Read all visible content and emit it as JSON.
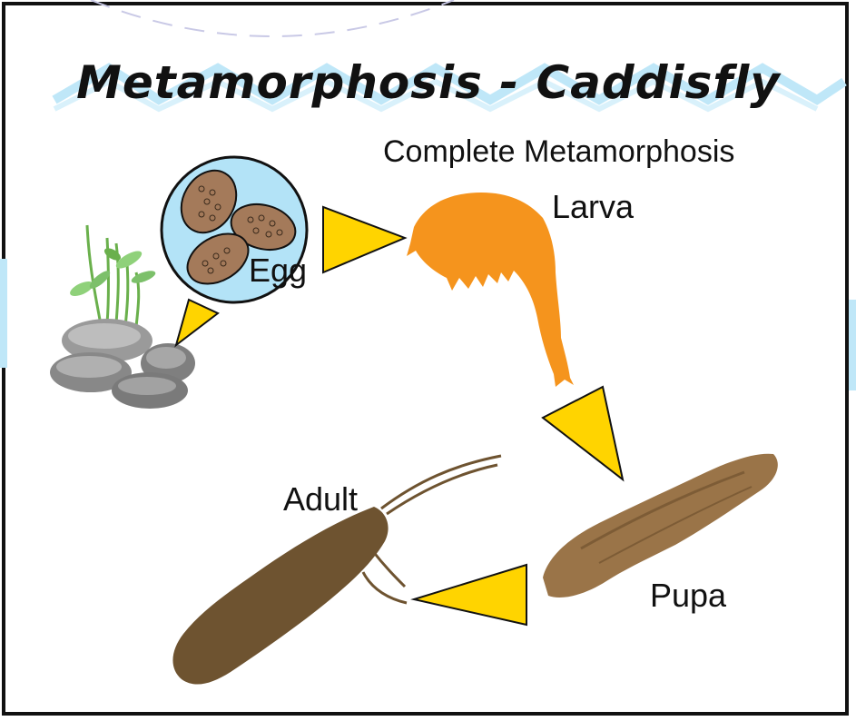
{
  "diagram": {
    "title": "Metamorphosis - Caddisfly",
    "subtitle": "Complete Metamorphosis",
    "stages": {
      "egg": "Egg",
      "larva": "Larva",
      "pupa": "Pupa",
      "adult": "Adult"
    }
  },
  "colors": {
    "frame": "#111111",
    "arrow_fill": "#ffd400",
    "egg_bubble": "#b3e3f7",
    "larva": "#f5941d",
    "pupa": "#9a7448",
    "adult": "#6e5330",
    "rock": "#8c8c8c",
    "sprout": "#7cc06a",
    "zigzag": "#bfe7f8"
  }
}
